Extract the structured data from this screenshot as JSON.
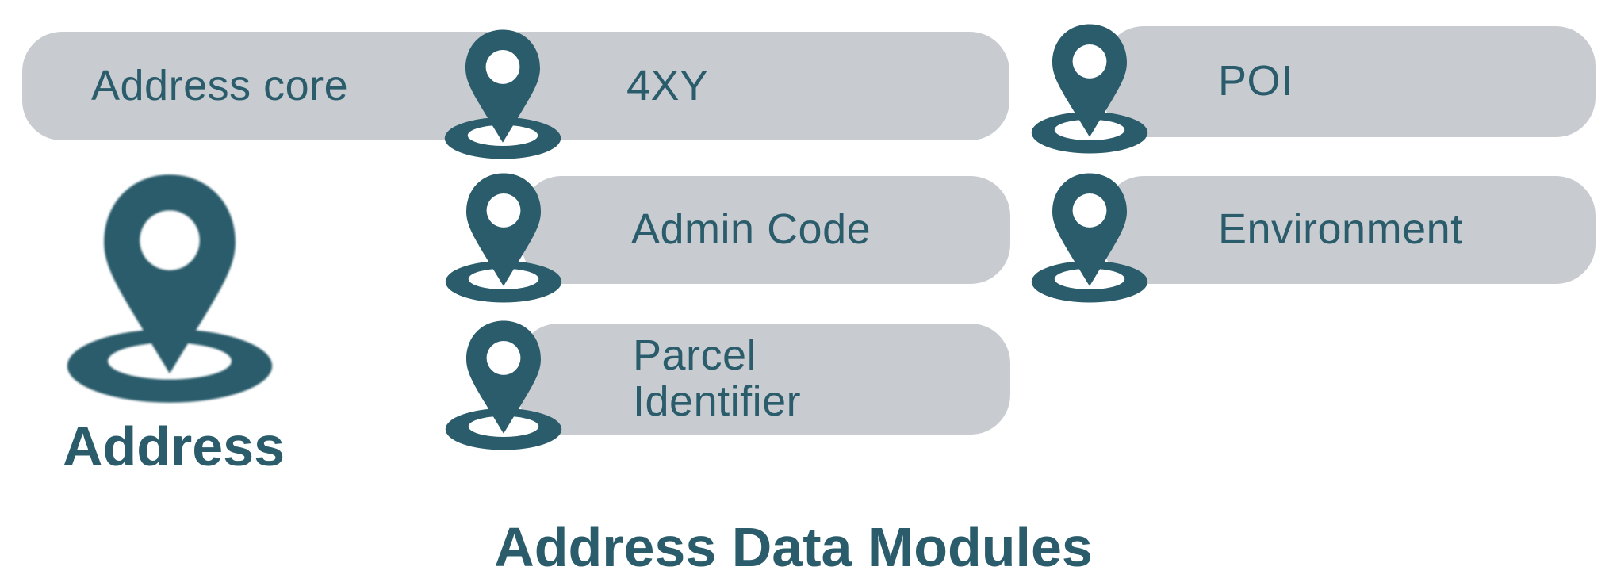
{
  "title": "Address Data Modules",
  "center": {
    "label": "Address",
    "icon": "location-pin"
  },
  "modules": [
    {
      "id": "address-core",
      "label": "Address core"
    },
    {
      "id": "4xy",
      "label": "4XY",
      "icon": "location-pin"
    },
    {
      "id": "poi",
      "label": "POI",
      "icon": "location-pin"
    },
    {
      "id": "admin-code",
      "label": "Admin Code",
      "icon": "location-pin"
    },
    {
      "id": "environment",
      "label": "Environment",
      "icon": "location-pin"
    },
    {
      "id": "parcel-identifier",
      "label": "Parcel Identifier",
      "icon": "location-pin"
    }
  ],
  "colors": {
    "accent_teal": "#2A5C6B",
    "pill_gray": "#C8CCD1",
    "background": "#FFFFFF"
  }
}
